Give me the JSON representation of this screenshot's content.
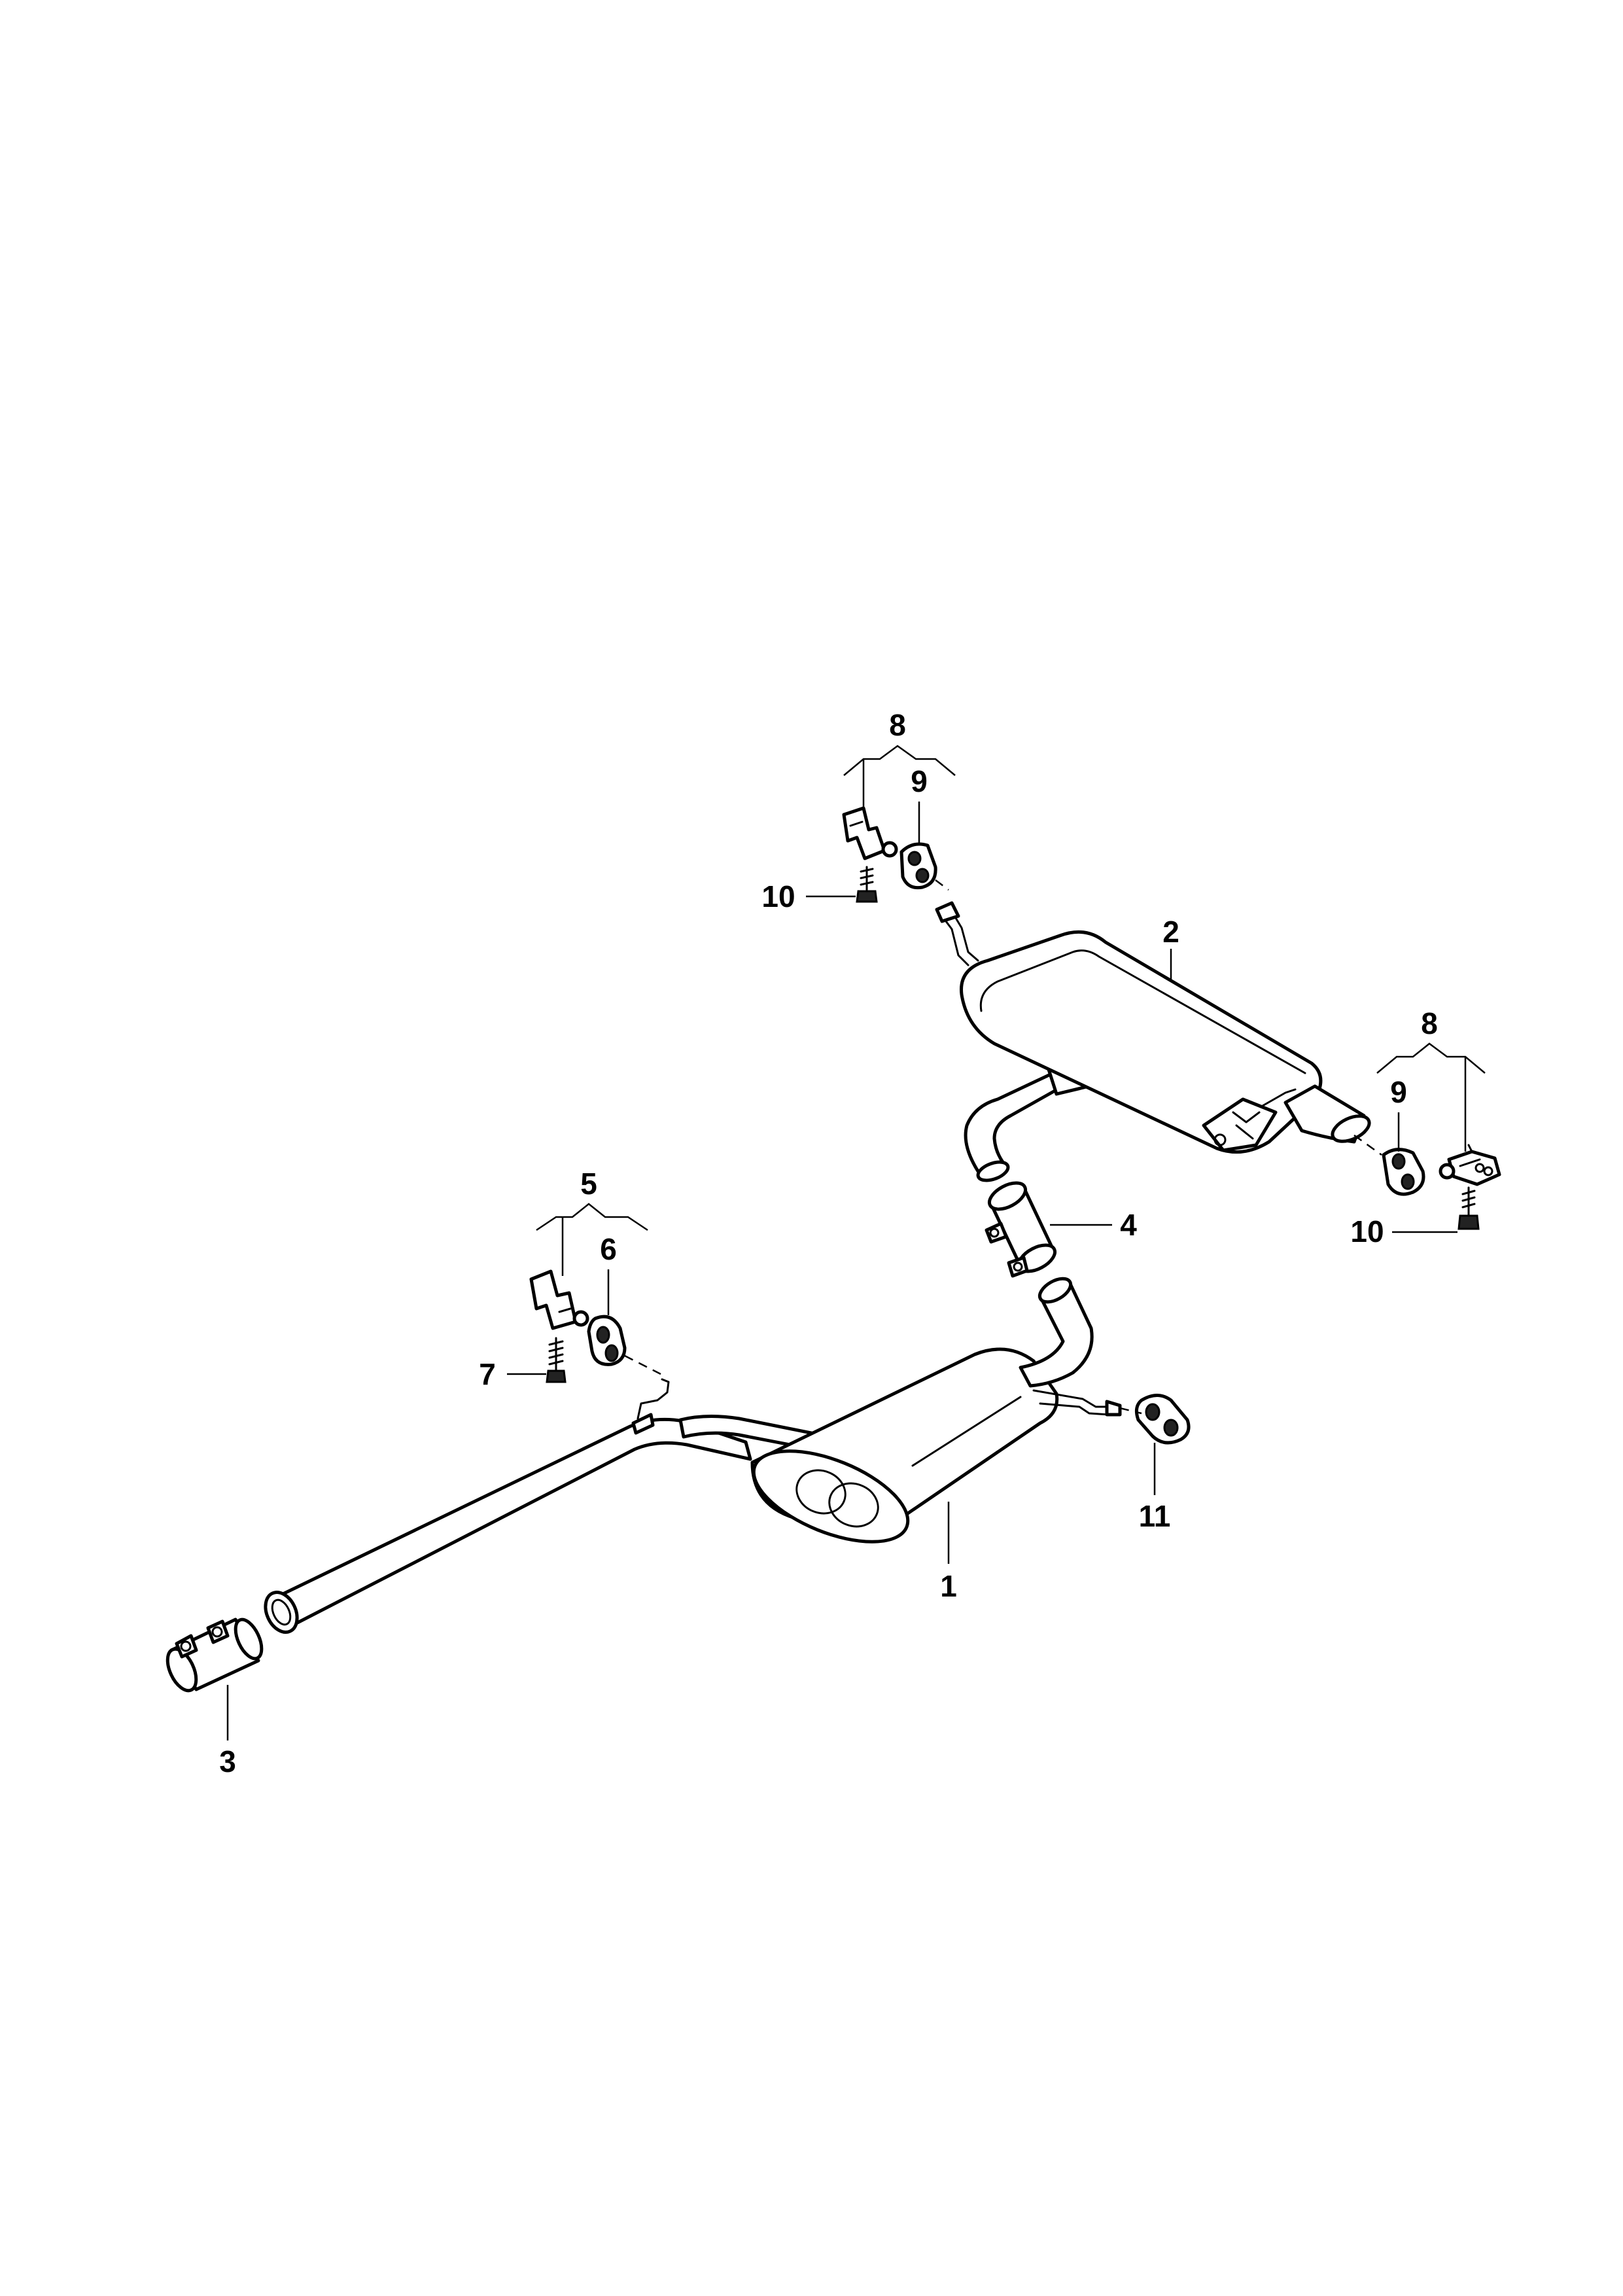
{
  "diagram": {
    "labels": {
      "part_1": "1",
      "part_2": "2",
      "part_3": "3",
      "part_4": "4",
      "part_5": "5",
      "part_6": "6",
      "part_7": "7",
      "part_8_top": "8",
      "part_8_right": "8",
      "part_9_top": "9",
      "part_9_right": "9",
      "part_10_top": "10",
      "part_10_right": "10",
      "part_11": "11"
    }
  }
}
